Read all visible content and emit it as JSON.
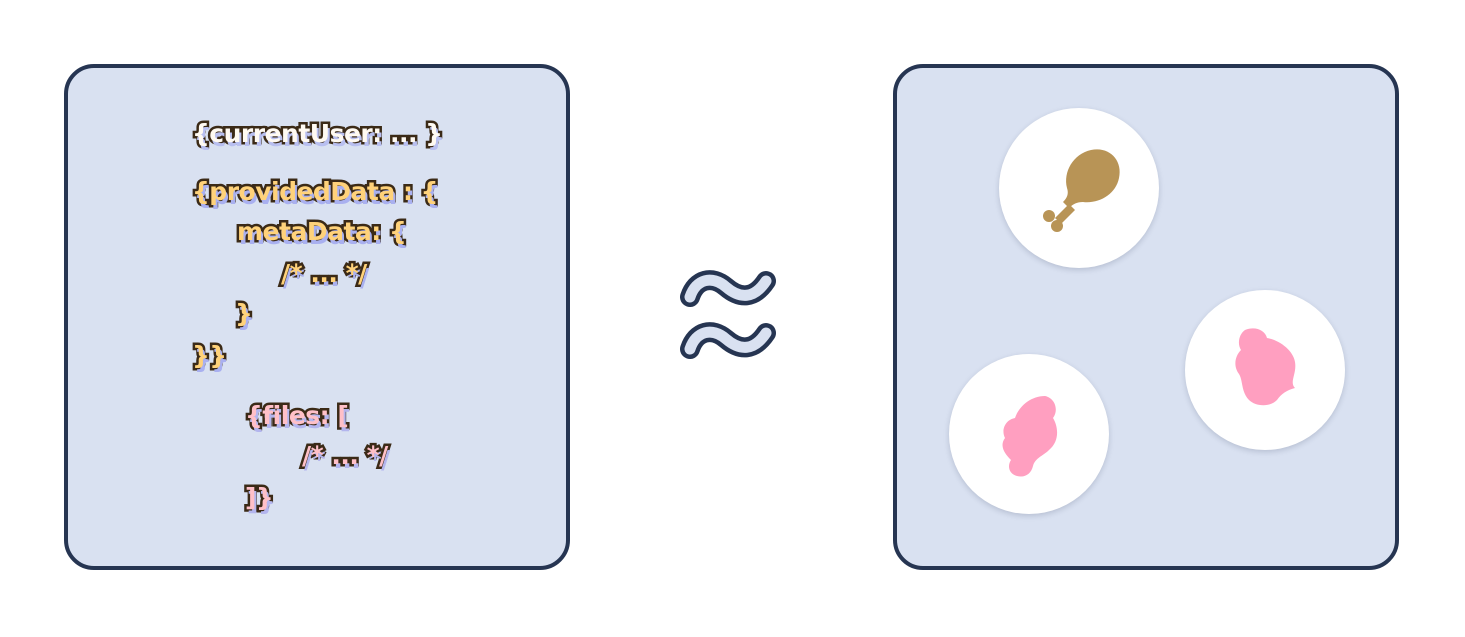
{
  "code_panel": {
    "lines": [
      "{currentUser: ... }",
      "{providedData : {",
      "metaData: {",
      "/* ... */",
      "}",
      "}}",
      "{files: [",
      "/* ... */",
      "]}"
    ]
  },
  "relation": {
    "symbol_icon": "approximately-equal-icon"
  },
  "food_panel": {
    "items": [
      {
        "icon": "drumstick-icon",
        "color": "#b89456"
      },
      {
        "icon": "raw-chicken-icon",
        "color": "#ff9fc0"
      },
      {
        "icon": "raw-chicken-icon",
        "color": "#ff9fc0"
      }
    ]
  },
  "colors": {
    "panel_fill": "#d9e1f1",
    "panel_border": "#263552",
    "code_white": "#fffaf2",
    "code_yellow": "#ffd27a",
    "code_pink": "#ffc0c8"
  }
}
